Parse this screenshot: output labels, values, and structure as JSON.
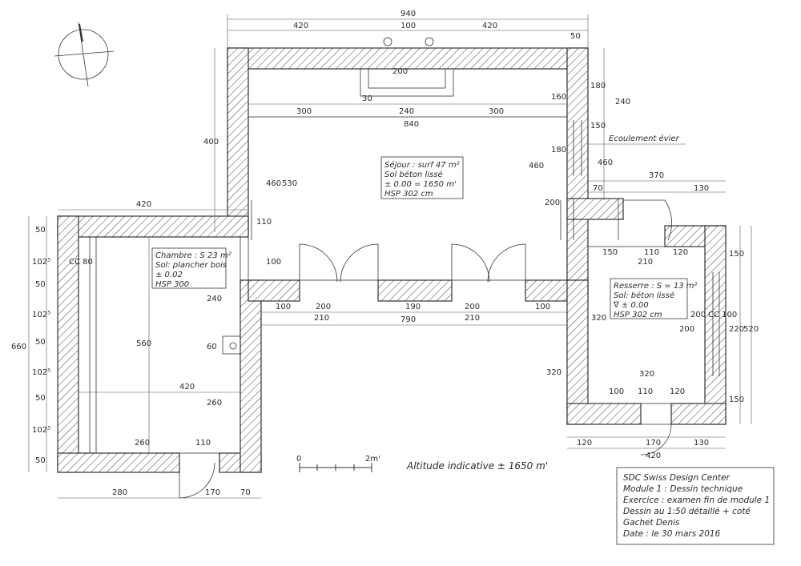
{
  "rooms": {
    "sejour": {
      "line1": "Séjour : surf 47 m²",
      "line2": "Sol béton lissé",
      "line3": "± 0.00 = 1650 m'",
      "line4": "HSP 302 cm"
    },
    "chambre": {
      "line1": "Chambre : S 23 m²",
      "line2": "Sol: plancher bois",
      "line3": "± 0.02",
      "line4": "HSP 300"
    },
    "resserre": {
      "line1": "Resserre : S = 13 m²",
      "line2": "Sol: béton lissé",
      "line3": "∇ ± 0.00",
      "line4": "HSP 302 cm"
    }
  },
  "annotations": {
    "ecoulement": "Ecoulement évier",
    "altitude": "Altitude indicative ± 1650 m'",
    "scale_zero": "0",
    "scale_two": "2m'"
  },
  "title_block": {
    "line1": "SDC Swiss Design Center",
    "line2": "Module 1 : Dessin technique",
    "line3": "Exercice : examen fin de module 1",
    "line4": "Dessin au 1:50 détaillé + coté",
    "line5": "Gachet Denis",
    "line6": "Date : le 30 mars 2016"
  },
  "dimensions": {
    "top_total": "940",
    "top_left": "420",
    "top_mid": "100",
    "top_right": "420",
    "top_corner": "50",
    "niche": "200",
    "niche_side": "30",
    "row_300a": "300",
    "row_240": "240",
    "row_300b": "300",
    "row_840": "840",
    "left_420": "420",
    "h_400": "400",
    "h_460": "460",
    "h_530": "530",
    "h_110": "110",
    "h_100": "100",
    "r_160": "160",
    "r_180": "180",
    "r_460": "460",
    "r_200": "200",
    "r_240": "240",
    "r_180b": "180",
    "r_150": "150",
    "r_460b": "460",
    "r_70": "70",
    "r_370": "370",
    "r_130": "130",
    "bot_100a": "100",
    "bot_200a": "200",
    "bot_210a": "210",
    "bot_190": "190",
    "bot_200b": "200",
    "bot_210b": "210",
    "bot_100b": "100",
    "bot_790": "790",
    "ch_240": "240",
    "ch_560": "560",
    "ch_60": "60",
    "ch_420": "420",
    "ch_260": "260",
    "ch_260b": "260",
    "ch_110": "110",
    "ch_280": "280",
    "ch_170": "170",
    "ch_70": "70",
    "left_660": "660",
    "left_50a": "50",
    "left_1025a": "102⁵",
    "left_50b": "50",
    "left_1025b": "102⁵",
    "left_50c": "50",
    "left_1025c": "102⁵",
    "left_50d": "50",
    "left_1025d": "102⁵",
    "left_50e": "50",
    "cc_label": "CC 80",
    "rs_150": "150",
    "rs_110": "110",
    "rs_120": "120",
    "rs_210": "210",
    "rs_320": "320",
    "rs_200": "200",
    "rs_320b": "320",
    "rs_100": "100",
    "rs_110b": "110",
    "rs_120b": "120",
    "rs_120c": "120",
    "rs_170": "170",
    "rs_130": "130",
    "rs_420": "420",
    "rs_v150": "150",
    "rs_v220": "220",
    "rs_v520": "520",
    "rs_v150b": "150",
    "rs_v320": "320",
    "rs_cc": "CC 100",
    "rs_v200": "200"
  }
}
